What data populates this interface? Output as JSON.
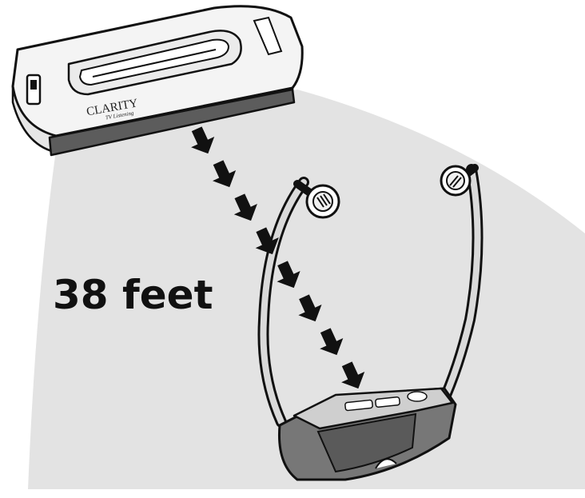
{
  "diagram": {
    "range_label": "38 feet",
    "transmitter": {
      "brand": "CLARITY",
      "brand_sub": "TV Listening"
    }
  },
  "colors": {
    "coverage_area": "#e3e3e3",
    "device_body": "#f4f4f4",
    "device_band": "#5c5c5c",
    "outline": "#111111",
    "arrow": "#111111",
    "headset_frame": "#dadada",
    "receiver_body": "#777777"
  },
  "icons": {
    "signal_arrow": "down-right-arrow",
    "ear_bud": "ear-bud-icon"
  },
  "signal_arrow_count": 8
}
